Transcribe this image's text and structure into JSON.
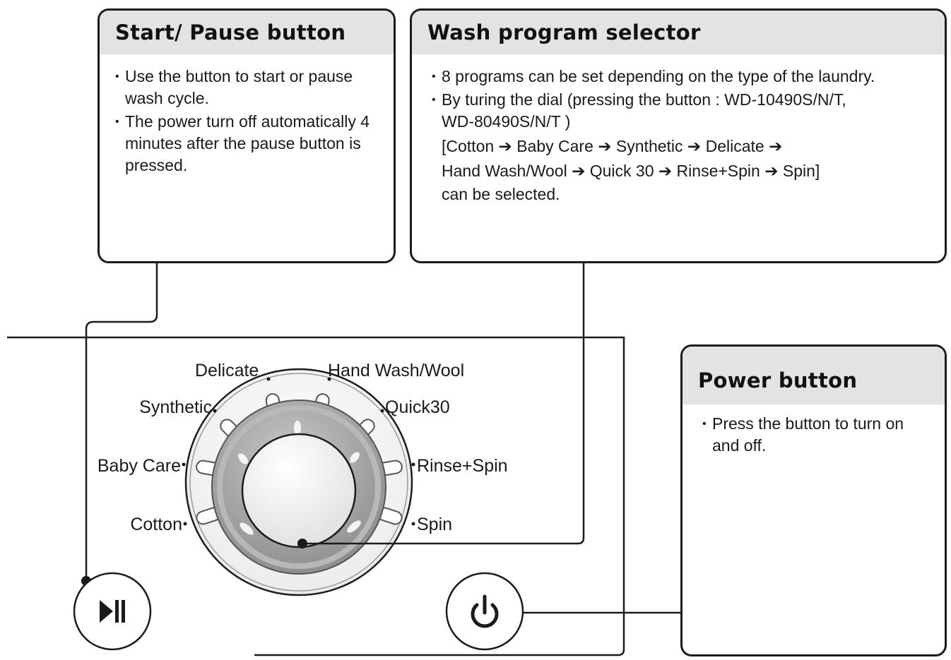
{
  "start_pause": {
    "title": "Start/ Pause button",
    "bullets": [
      "Use the button to start or pause wash cycle.",
      "The power turn off automatically 4 minutes after the pause button is pressed."
    ]
  },
  "wash_program": {
    "title": "Wash program selector",
    "bullet1": "8 programs can be set depending on the type of the laundry.",
    "bullet2_line1": "By turing the dial (pressing the button : WD-10490S/N/T,",
    "bullet2_line2": "WD-80490S/N/T )",
    "bullet2_line3": "[Cotton ➔ Baby Care ➔ Synthetic ➔ Delicate ➔",
    "bullet2_line4": "Hand Wash/Wool ➔ Quick 30 ➔ Rinse+Spin ➔ Spin]",
    "bullet2_line5": "can be selected."
  },
  "power": {
    "title": "Power button",
    "bullets": [
      "Press the button to turn on and off."
    ]
  },
  "dial": {
    "labels": {
      "delicate": "Delicate",
      "hand_wash_wool": "Hand Wash/Wool",
      "synthetic": "Synthetic",
      "quick30": "Quick30",
      "baby_care": "Baby Care",
      "rinse_spin": "Rinse+Spin",
      "cotton": "Cotton",
      "spin": "Spin"
    }
  },
  "icons": {
    "play_pause": "play-pause-icon",
    "power": "power-icon"
  }
}
